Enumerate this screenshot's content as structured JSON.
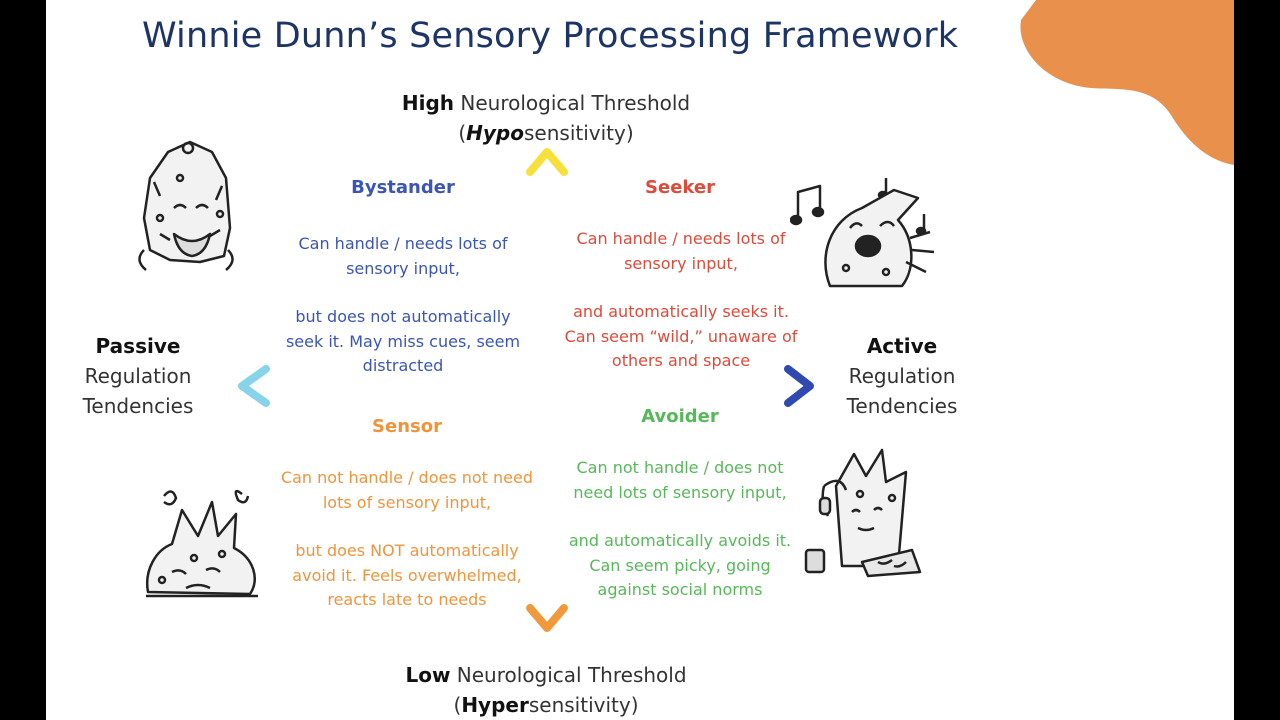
{
  "title": "Winnie Dunn’s Sensory Processing Framework",
  "top_axis": {
    "bold": "High",
    "rest": " Neurological Threshold",
    "paren_open": "(",
    "italic_bold": "Hypo",
    "suffix": "sensitivity)"
  },
  "bottom_axis": {
    "bold": "Low",
    "rest": " Neurological Threshold",
    "paren_open": "(",
    "bold2": "Hyper",
    "suffix": "sensitivity)"
  },
  "left_side": {
    "bold": "Passive",
    "line1": "Regulation",
    "line2": "Tendencies"
  },
  "right_side": {
    "bold": "Active",
    "line1": "Regulation",
    "line2": "Tendencies"
  },
  "quadrants": {
    "bystander": {
      "title": "Bystander",
      "p1": "Can handle / needs lots of sensory input,",
      "p2": "but does not automatically seek it. May miss cues, seem distracted"
    },
    "seeker": {
      "title": "Seeker",
      "p1": "Can handle / needs lots of sensory input,",
      "p2": "and automatically seeks it. Can seem “wild,” unaware of others and space"
    },
    "sensor": {
      "title": "Sensor",
      "p1": "Can not handle / does not need lots of sensory input,",
      "p2": "but does NOT automatically avoid it. Feels overwhelmed, reacts late to needs"
    },
    "avoider": {
      "title": "Avoider",
      "p1": "Can not handle / does not need lots of sensory input,",
      "p2": "and automatically avoids it. Can seem picky, going against social norms"
    }
  },
  "colors": {
    "title": "#1d3566",
    "bystander": "#3b55b3",
    "seeker": "#de4a3a",
    "sensor": "#f0943c",
    "avoider": "#57b85a",
    "blob": "#e8904c",
    "arrow_yellow": "#f7e03c",
    "arrow_orange": "#f09a3c",
    "arrow_light_blue": "#86d3ea",
    "arrow_dark_blue": "#2f49b0"
  }
}
